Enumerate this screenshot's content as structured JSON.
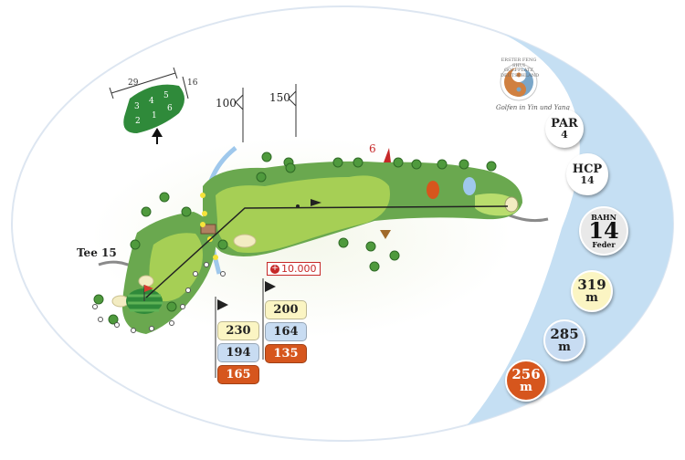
{
  "hole": {
    "par_label": "PAR",
    "par_value": "4",
    "hcp_label": "HCP",
    "hcp_value": "14",
    "bahn_label": "BAHN",
    "bahn_number": "14",
    "bahn_name": "Feder"
  },
  "lengths": [
    {
      "value": "319",
      "unit": "m",
      "color": "#fbf5c3",
      "text_color": "#222222"
    },
    {
      "value": "285",
      "unit": "m",
      "color": "#c8dcf2",
      "text_color": "#222222"
    },
    {
      "value": "256",
      "unit": "m",
      "color": "#d6561d",
      "text_color": "#ffffff"
    }
  ],
  "left_distances": [
    "230",
    "194",
    "165"
  ],
  "right_distances": [
    "200",
    "164",
    "135"
  ],
  "tee_colors": [
    "#fbf5c3",
    "#c8dcf2",
    "#d6561d"
  ],
  "markers": {
    "m100": "100",
    "m150": "150",
    "tee_label": "Tee 15",
    "penalty_label": "10.000",
    "hazard_number": "6"
  },
  "green": {
    "width": "29",
    "depth": "16",
    "zones": [
      "3",
      "4",
      "5",
      "2",
      "1",
      "6"
    ]
  },
  "logo": {
    "ring_text": "ERSTER FENG SHUI GOLFPLATZ DEUTSCHLAND",
    "tagline": "Golfen in Yin und Yang"
  },
  "colors": {
    "rough": "#6aa84f",
    "fairway": "#a6cf55",
    "water_band": "#c5dff3",
    "path": "#8a8a8a"
  }
}
